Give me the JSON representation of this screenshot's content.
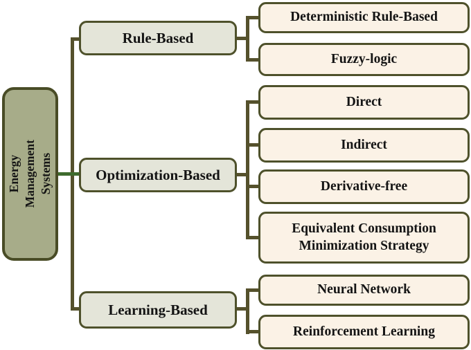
{
  "diagram": {
    "type": "hierarchy-tree",
    "root": {
      "label": "Energy Management Systems",
      "line1": "Energy Management",
      "line2": "Systems"
    },
    "branches": [
      {
        "label": "Rule-Based",
        "children": [
          {
            "label": "Deterministic Rule-Based"
          },
          {
            "label": "Fuzzy-logic"
          }
        ]
      },
      {
        "label": "Optimization-Based",
        "children": [
          {
            "label": "Direct"
          },
          {
            "label": "Indirect"
          },
          {
            "label": "Derivative-free"
          },
          {
            "label": "Equivalent Consumption Minimization Strategy"
          }
        ]
      },
      {
        "label": "Learning-Based",
        "children": [
          {
            "label": "Neural Network"
          },
          {
            "label": "Reinforcement Learning"
          }
        ]
      }
    ],
    "colors": {
      "connector": "#55512c",
      "connector_accent_green": "#3e6b2d",
      "root_fill": "#a7ac89",
      "branch_fill": "#e4e5d9",
      "leaf_fill": "#fbf2e6",
      "border": "#4e512b",
      "text": "#141414",
      "background": "#ffffff"
    }
  }
}
